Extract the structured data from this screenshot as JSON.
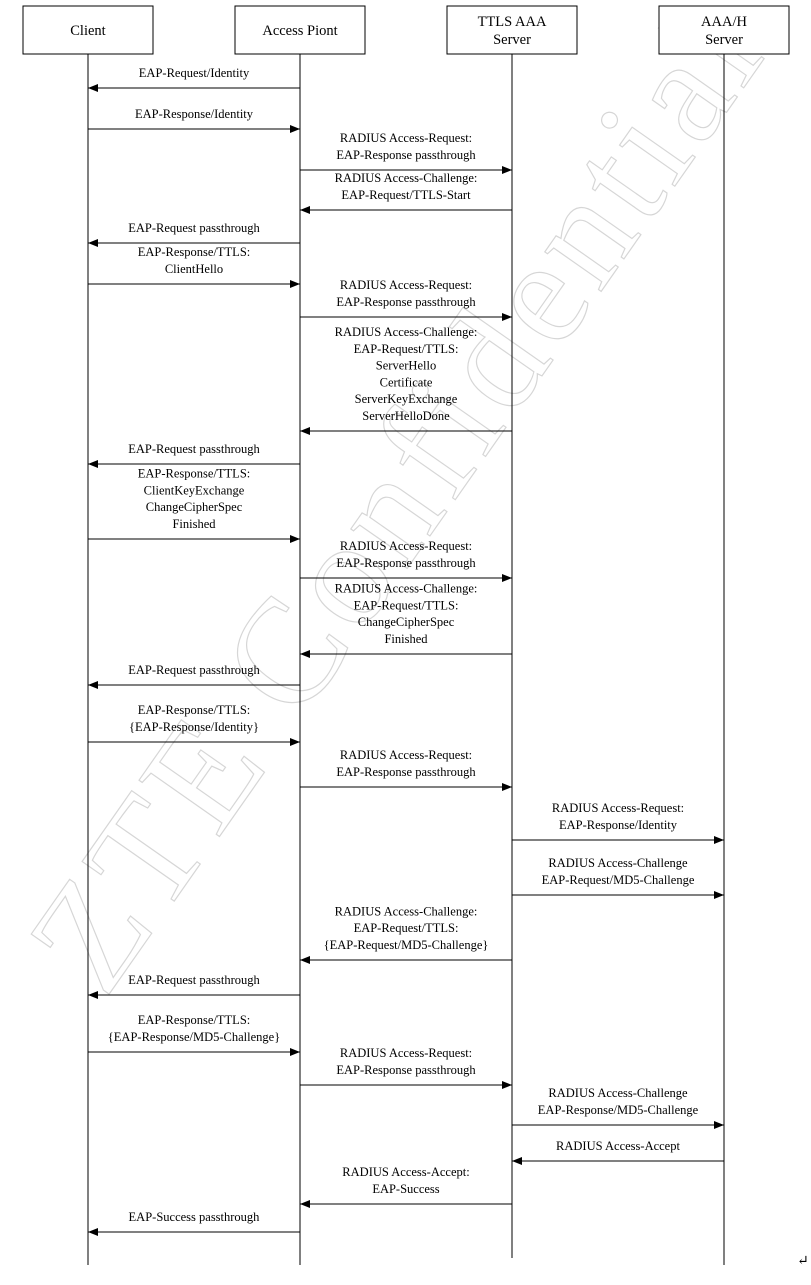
{
  "watermark": "ZTE Confidential",
  "participants": [
    {
      "id": "client",
      "lines": [
        "Client"
      ]
    },
    {
      "id": "ap",
      "lines": [
        "Access Piont"
      ]
    },
    {
      "id": "ttls",
      "lines": [
        "TTLS AAA",
        "Server"
      ]
    },
    {
      "id": "aaah",
      "lines": [
        "AAA/H",
        "Server"
      ]
    }
  ],
  "messages": [
    {
      "from": "ap",
      "to": "client",
      "lines": [
        "EAP-Request/Identity"
      ]
    },
    {
      "from": "client",
      "to": "ap",
      "lines": [
        "EAP-Response/Identity"
      ]
    },
    {
      "from": "ap",
      "to": "ttls",
      "lines": [
        "RADIUS Access-Request:",
        "EAP-Response passthrough"
      ]
    },
    {
      "from": "ttls",
      "to": "ap",
      "lines": [
        "RADIUS Access-Challenge:",
        "EAP-Request/TTLS-Start"
      ]
    },
    {
      "from": "ap",
      "to": "client",
      "lines": [
        "EAP-Request passthrough"
      ]
    },
    {
      "from": "client",
      "to": "ap",
      "lines": [
        "EAP-Response/TTLS:",
        "ClientHello"
      ]
    },
    {
      "from": "ap",
      "to": "ttls",
      "lines": [
        "RADIUS Access-Request:",
        "EAP-Response passthrough"
      ]
    },
    {
      "from": "ttls",
      "to": "ap",
      "lines": [
        "RADIUS Access-Challenge:",
        "EAP-Request/TTLS:",
        "ServerHello",
        "Certificate",
        "ServerKeyExchange",
        "ServerHelloDone"
      ]
    },
    {
      "from": "ap",
      "to": "client",
      "lines": [
        "EAP-Request passthrough"
      ]
    },
    {
      "from": "client",
      "to": "ap",
      "lines": [
        "EAP-Response/TTLS:",
        "ClientKeyExchange",
        "ChangeCipherSpec",
        "Finished"
      ]
    },
    {
      "from": "ap",
      "to": "ttls",
      "lines": [
        "RADIUS Access-Request:",
        "EAP-Response passthrough"
      ]
    },
    {
      "from": "ttls",
      "to": "ap",
      "lines": [
        "RADIUS Access-Challenge:",
        "EAP-Request/TTLS:",
        "ChangeCipherSpec",
        "Finished"
      ]
    },
    {
      "from": "ap",
      "to": "client",
      "lines": [
        "EAP-Request passthrough"
      ]
    },
    {
      "from": "client",
      "to": "ap",
      "lines": [
        "EAP-Response/TTLS:",
        "{EAP-Response/Identity}"
      ]
    },
    {
      "from": "ap",
      "to": "ttls",
      "lines": [
        "RADIUS Access-Request:",
        "EAP-Response passthrough"
      ]
    },
    {
      "from": "ttls",
      "to": "aaah",
      "lines": [
        "RADIUS Access-Request:",
        "EAP-Response/Identity"
      ]
    },
    {
      "from": "ttls",
      "to": "aaah",
      "lines": [
        "RADIUS Access-Challenge",
        "EAP-Request/MD5-Challenge"
      ]
    },
    {
      "from": "ttls",
      "to": "ap",
      "lines": [
        "RADIUS Access-Challenge:",
        "EAP-Request/TTLS:",
        "{EAP-Request/MD5-Challenge}"
      ]
    },
    {
      "from": "ap",
      "to": "client",
      "lines": [
        "EAP-Request passthrough"
      ]
    },
    {
      "from": "client",
      "to": "ap",
      "lines": [
        "EAP-Response/TTLS:",
        "{EAP-Response/MD5-Challenge}"
      ]
    },
    {
      "from": "ap",
      "to": "ttls",
      "lines": [
        "RADIUS Access-Request:",
        "EAP-Response passthrough"
      ]
    },
    {
      "from": "ttls",
      "to": "aaah",
      "lines": [
        "RADIUS Access-Challenge",
        "EAP-Response/MD5-Challenge"
      ]
    },
    {
      "from": "aaah",
      "to": "ttls",
      "lines": [
        "RADIUS Access-Accept"
      ]
    },
    {
      "from": "ttls",
      "to": "ap",
      "lines": [
        "RADIUS Access-Accept:",
        "EAP-Success"
      ]
    },
    {
      "from": "ap",
      "to": "client",
      "lines": [
        "EAP-Success passthrough"
      ]
    }
  ],
  "footer_mark": "↵"
}
